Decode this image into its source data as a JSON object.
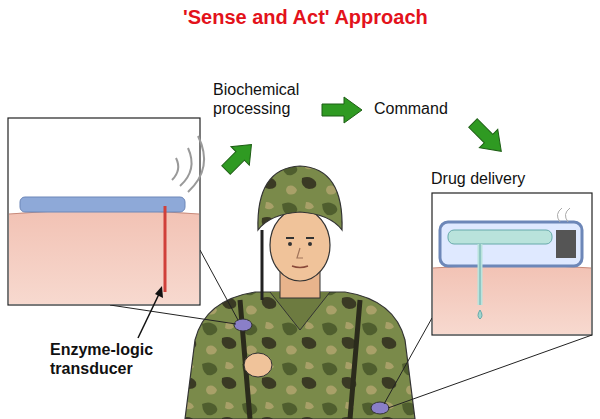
{
  "diagram": {
    "title": "'Sense and Act' Approach",
    "labels": [
      "Biochemical processing",
      "Command",
      "Drug delivery",
      "Enzyme-logic transducer"
    ]
  }
}
